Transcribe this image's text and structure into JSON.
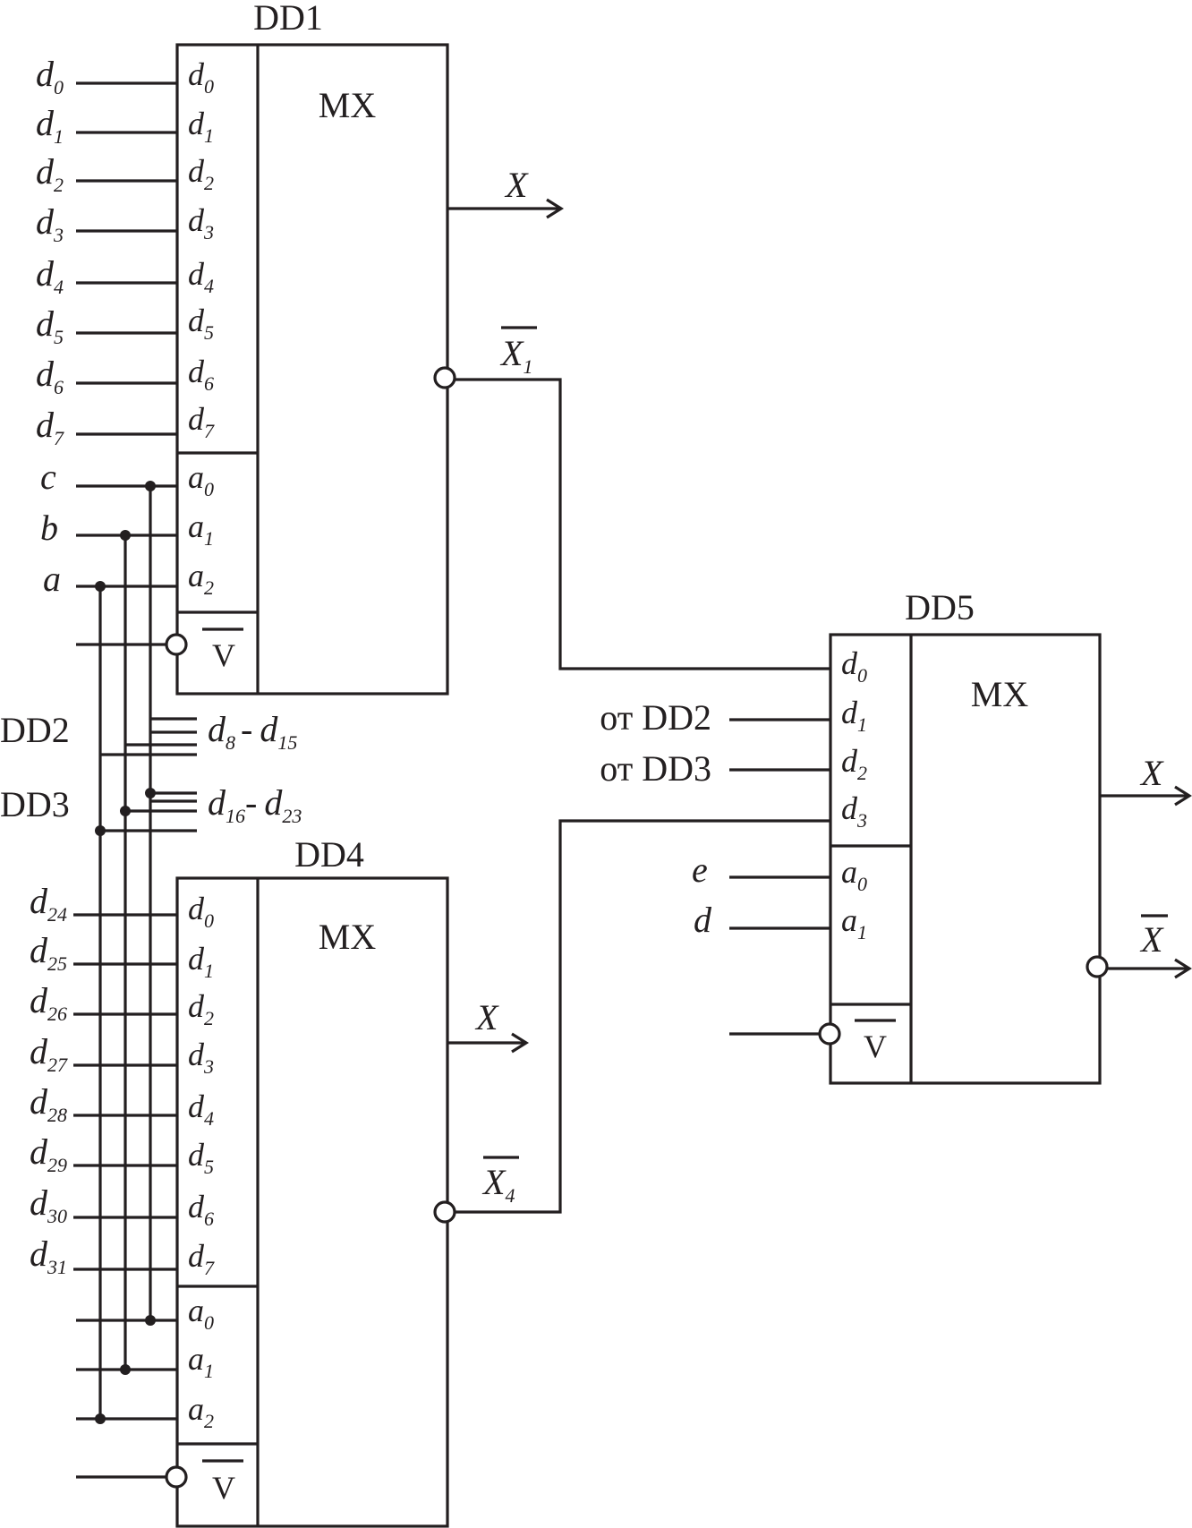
{
  "mx_label": "MX",
  "enable_label": "V",
  "dd1": {
    "title": "DD1",
    "pins": [
      "d",
      "d",
      "d",
      "d",
      "d",
      "d",
      "d",
      "d",
      "a",
      "a",
      "a"
    ],
    "pin_subs": [
      "0",
      "1",
      "2",
      "3",
      "4",
      "5",
      "6",
      "7",
      "0",
      "1",
      "2"
    ],
    "inputs": [
      "d",
      "d",
      "d",
      "d",
      "d",
      "d",
      "d",
      "d",
      "c",
      "b",
      "a"
    ],
    "input_subs": [
      "0",
      "1",
      "2",
      "3",
      "4",
      "5",
      "6",
      "7",
      "",
      "",
      ""
    ],
    "out_label": "X",
    "inv_out_label": "X",
    "inv_out_sub": "1"
  },
  "dd4": {
    "title": "DD4",
    "pins": [
      "d",
      "d",
      "d",
      "d",
      "d",
      "d",
      "d",
      "d",
      "a",
      "a",
      "a"
    ],
    "pin_subs": [
      "0",
      "1",
      "2",
      "3",
      "4",
      "5",
      "6",
      "7",
      "0",
      "1",
      "2"
    ],
    "inputs": [
      "d",
      "d",
      "d",
      "d",
      "d",
      "d",
      "d",
      "d"
    ],
    "input_subs": [
      "24",
      "25",
      "26",
      "27",
      "28",
      "29",
      "30",
      "31"
    ],
    "out_label": "X",
    "inv_out_label": "X",
    "inv_out_sub": "4"
  },
  "middle": {
    "dd2_label": "DD2",
    "dd3_label": "DD3",
    "range1": {
      "a": "d",
      "a_sub": "8",
      "sep": "-",
      "b": "d",
      "b_sub": "15"
    },
    "range2": {
      "a": "d",
      "a_sub": "16",
      "sep": "-",
      "b": "d",
      "b_sub": "23"
    }
  },
  "dd5": {
    "title": "DD5",
    "pins": [
      "d",
      "d",
      "d",
      "d",
      "a",
      "a"
    ],
    "pin_subs": [
      "0",
      "1",
      "2",
      "3",
      "0",
      "1"
    ],
    "from_dd2": "от DD2",
    "from_dd3": "от DD3",
    "sel_inputs": [
      "e",
      "d"
    ],
    "out_label": "X",
    "inv_out_label": "X"
  }
}
